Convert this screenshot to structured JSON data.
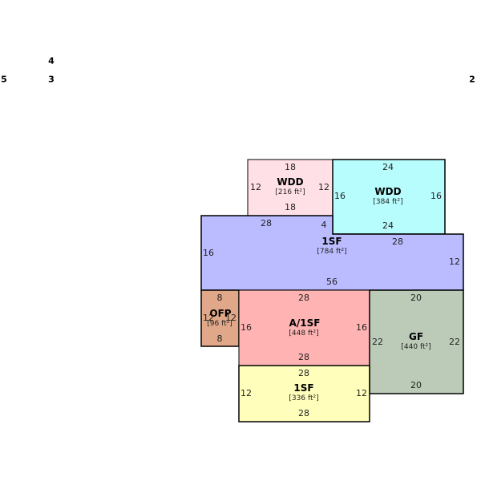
{
  "stray_labels": [
    "4",
    "5",
    "3",
    "2"
  ],
  "areas": [
    {
      "name": "WDD",
      "size": "[216 ft²]",
      "color": "#ffe0e6",
      "dims": [
        "18",
        "18",
        "12",
        "12"
      ]
    },
    {
      "name": "WDD",
      "size": "[384 ft²]",
      "color": "#b8fdfd",
      "dims": [
        "24",
        "24",
        "16",
        "16"
      ]
    },
    {
      "name": "1SF",
      "size": "[784 ft²]",
      "color": "#bbbbff",
      "dims": [
        "28",
        "4",
        "28",
        "16",
        "12",
        "56"
      ]
    },
    {
      "name": "OFP",
      "size": "[96 ft²]",
      "color": "#e0a888",
      "dims": [
        "8",
        "8",
        "12",
        "12"
      ]
    },
    {
      "name": "A/1SF",
      "size": "[448 ft²]",
      "color": "#ffb3b3",
      "dims": [
        "28",
        "28",
        "16",
        "16"
      ]
    },
    {
      "name": "GF",
      "size": "[440 ft²]",
      "color": "#bccbb8",
      "dims": [
        "20",
        "20",
        "22",
        "22"
      ]
    },
    {
      "name": "1SF",
      "size": "[336 ft²]",
      "color": "#ffffbb",
      "dims": [
        "28",
        "28",
        "12",
        "12"
      ]
    }
  ]
}
